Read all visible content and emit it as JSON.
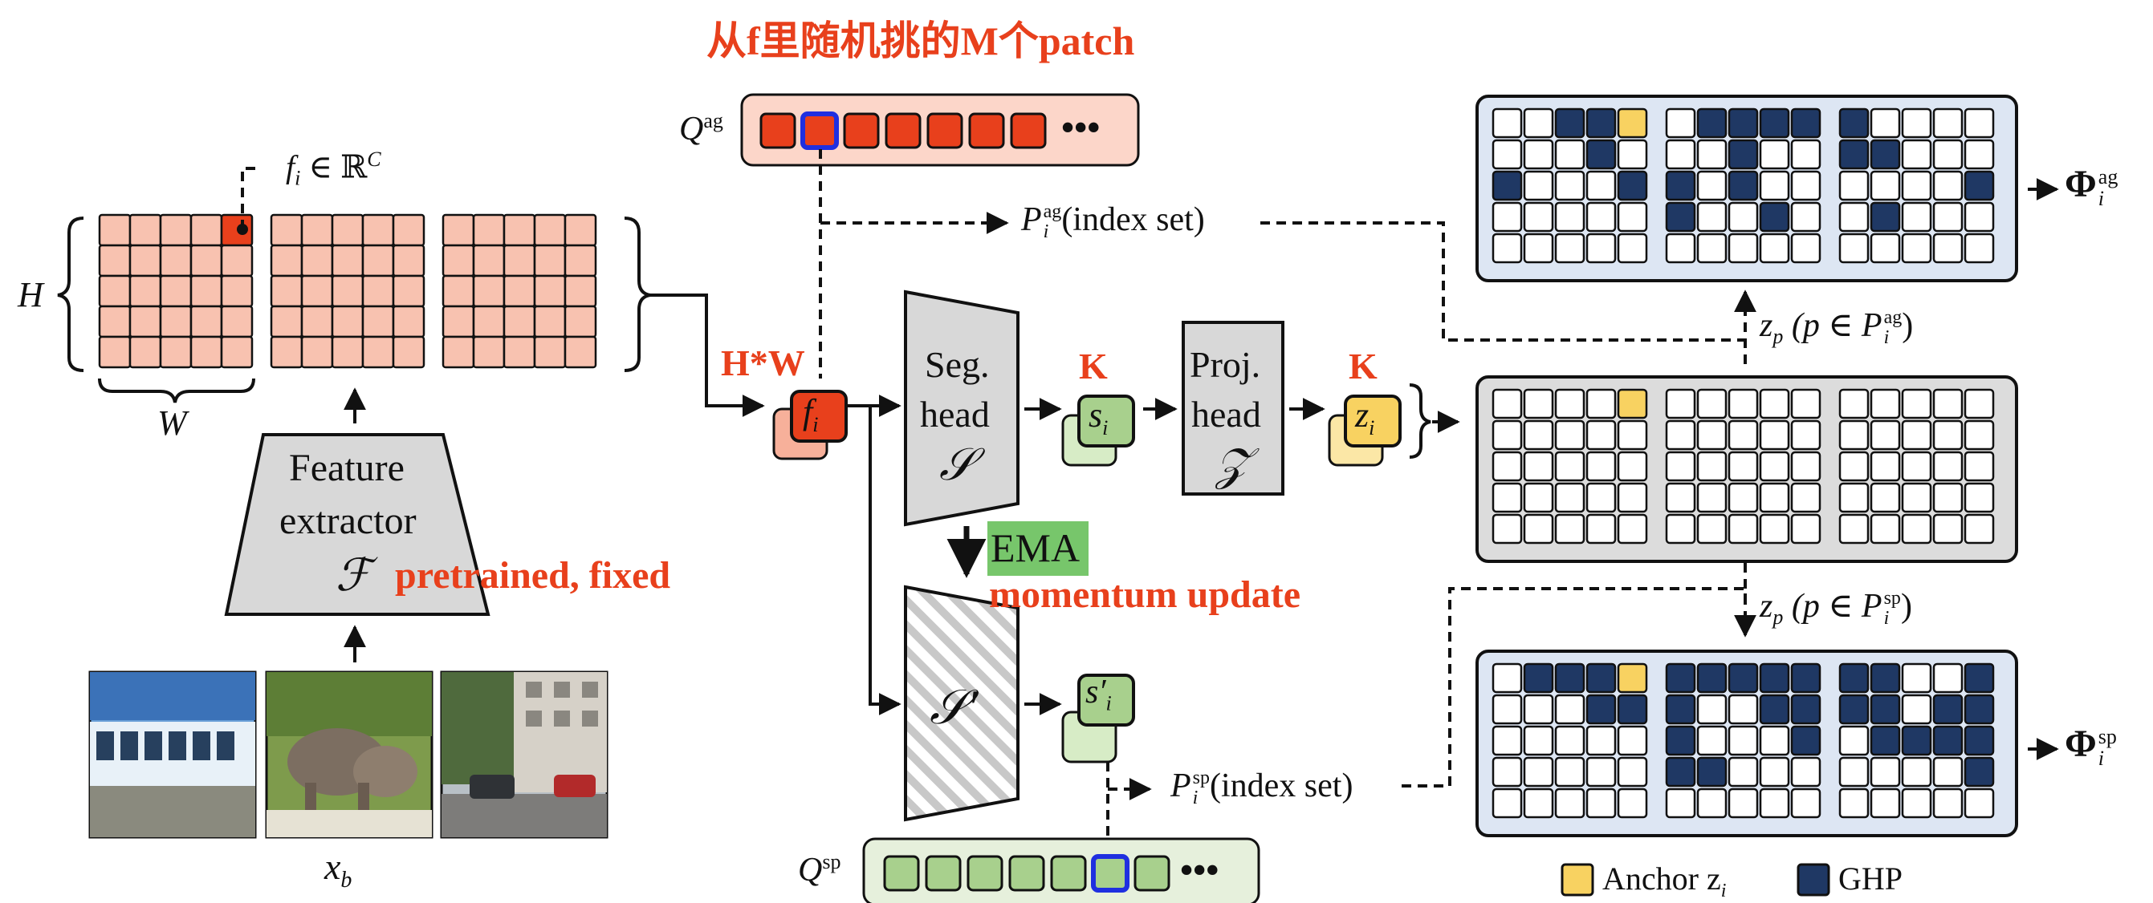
{
  "texts": {
    "top_note": "从f里随机挑的M个patch",
    "q_ag": "Q",
    "q_ag_sup": "ag",
    "q_sp": "Q",
    "q_sp_sup": "sp",
    "fi_label": "f",
    "fi_sub": "i",
    "fi_in": "∈ ℝ",
    "fi_sup": "C",
    "H": "H",
    "W": "W",
    "hw": "H*W",
    "feature_line1": "Feature",
    "feature_line2": "extractor",
    "feature_symbol": "ℱ",
    "pretrained": "pretrained, fixed",
    "xb": "x",
    "xb_sub": "b",
    "seg_line1": "Seg.",
    "seg_line2": "head",
    "seg_symbol": "𝒮",
    "proj_line1": "Proj.",
    "proj_line2": "head",
    "proj_symbol": "𝒵",
    "k1": "K",
    "k2": "K",
    "node_f": "f",
    "node_f_sub": "i",
    "node_s": "s",
    "node_s_sub": "i",
    "node_z": "z",
    "node_z_sub": "i",
    "node_sprime": "s′",
    "node_sprime_sub": "i",
    "ema": "EMA",
    "momentum": "momentum update",
    "s_prime_symbol": "𝒮′",
    "p_ag": "P",
    "p_ag_sup": "ag",
    "p_ag_sub": "i",
    "p_ag_text": "(index set)",
    "p_sp": "P",
    "p_sp_sup": "sp",
    "p_sp_sub": "i",
    "p_sp_text": "(index set)",
    "zp_ag": "z",
    "zp_ag_sub": "p",
    "zp_ag_cond": "(p ∈ P",
    "zp_ag_cond_sub": "i",
    "zp_ag_cond_sup": "ag",
    "zp_sp": "z",
    "zp_sp_sub": "p",
    "zp_sp_cond": "(p ∈ P",
    "zp_sp_cond_sub": "i",
    "zp_sp_cond_sup": "sp",
    "phi_ag": "Φ",
    "phi_ag_sub": "i",
    "phi_ag_sup": "ag",
    "phi_sp": "Φ",
    "phi_sp_sub": "i",
    "phi_sp_sup": "sp",
    "legend_anchor": "Anchor z",
    "legend_anchor_sub": "i",
    "legend_ghp": "GHP"
  },
  "colors": {
    "feature_cell": "#f8c2b0",
    "feature_highlight": "#e8401c",
    "q_ag_bg": "#fcd6c9",
    "q_ag_cell": "#e8401c",
    "q_sp_bg": "#e6f0dc",
    "q_sp_cell": "#a8d08d",
    "select_border": "#1f2fe0",
    "head_fill": "#d8d8d8",
    "grid_panel": "#dde6f3",
    "grid_panel_mid": "#dcdcdc",
    "ghp": "#1f3864",
    "anchor": "#f8d261",
    "red_text": "#e8401c",
    "ema_bg": "#77c66b"
  },
  "grids": {
    "ag": [
      [
        [
          0,
          0,
          1,
          1,
          2
        ],
        [
          0,
          0,
          0,
          1,
          0
        ],
        [
          1,
          0,
          0,
          0,
          1
        ],
        [
          0,
          0,
          0,
          0,
          0
        ],
        [
          0,
          0,
          0,
          0,
          0
        ]
      ],
      [
        [
          0,
          1,
          1,
          1,
          1
        ],
        [
          0,
          0,
          1,
          0,
          0
        ],
        [
          1,
          0,
          1,
          0,
          0
        ],
        [
          1,
          0,
          0,
          1,
          0
        ],
        [
          0,
          0,
          0,
          0,
          0
        ]
      ],
      [
        [
          1,
          0,
          0,
          0,
          0
        ],
        [
          1,
          1,
          0,
          0,
          0
        ],
        [
          0,
          0,
          0,
          0,
          1
        ],
        [
          0,
          1,
          0,
          0,
          0
        ],
        [
          0,
          0,
          0,
          0,
          0
        ]
      ]
    ],
    "mid": [
      [
        [
          0,
          0,
          0,
          0,
          2
        ],
        [
          0,
          0,
          0,
          0,
          0
        ],
        [
          0,
          0,
          0,
          0,
          0
        ],
        [
          0,
          0,
          0,
          0,
          0
        ],
        [
          0,
          0,
          0,
          0,
          0
        ]
      ],
      [
        [
          0,
          0,
          0,
          0,
          0
        ],
        [
          0,
          0,
          0,
          0,
          0
        ],
        [
          0,
          0,
          0,
          0,
          0
        ],
        [
          0,
          0,
          0,
          0,
          0
        ],
        [
          0,
          0,
          0,
          0,
          0
        ]
      ],
      [
        [
          0,
          0,
          0,
          0,
          0
        ],
        [
          0,
          0,
          0,
          0,
          0
        ],
        [
          0,
          0,
          0,
          0,
          0
        ],
        [
          0,
          0,
          0,
          0,
          0
        ],
        [
          0,
          0,
          0,
          0,
          0
        ]
      ]
    ],
    "sp": [
      [
        [
          0,
          1,
          1,
          1,
          2
        ],
        [
          0,
          0,
          0,
          1,
          1
        ],
        [
          0,
          0,
          0,
          0,
          0
        ],
        [
          0,
          0,
          0,
          0,
          0
        ],
        [
          0,
          0,
          0,
          0,
          0
        ]
      ],
      [
        [
          1,
          1,
          1,
          1,
          1
        ],
        [
          1,
          0,
          0,
          1,
          1
        ],
        [
          1,
          0,
          0,
          0,
          1
        ],
        [
          1,
          1,
          0,
          0,
          0
        ],
        [
          0,
          0,
          0,
          0,
          0
        ]
      ],
      [
        [
          1,
          1,
          0,
          0,
          1
        ],
        [
          1,
          1,
          0,
          1,
          1
        ],
        [
          0,
          1,
          1,
          1,
          1
        ],
        [
          0,
          0,
          0,
          0,
          1
        ],
        [
          0,
          0,
          0,
          0,
          0
        ]
      ]
    ]
  },
  "queues": {
    "ag_cells": 7,
    "ag_selected": 1,
    "sp_cells": 7,
    "sp_selected": 5,
    "ellipsis": "•••"
  }
}
